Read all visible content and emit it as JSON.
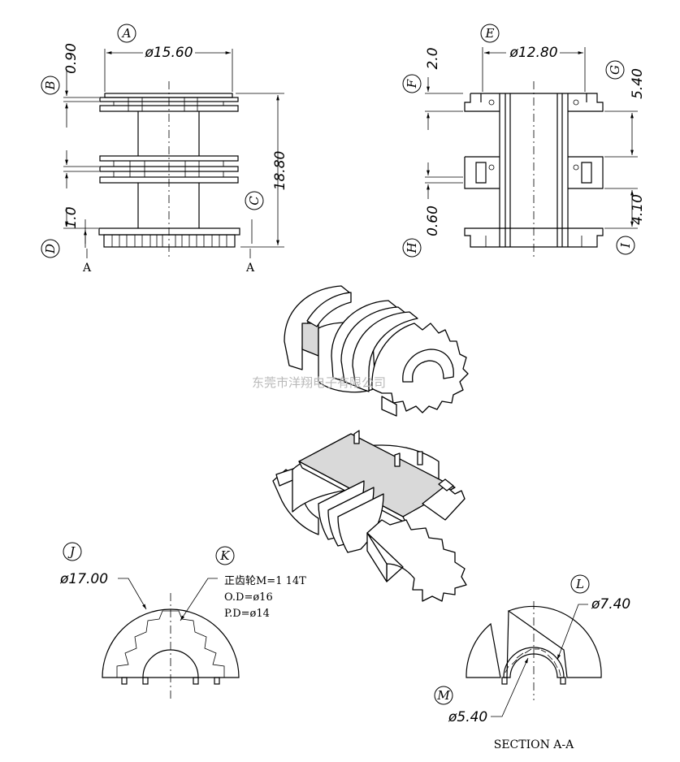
{
  "front_view": {
    "dims": {
      "top_diameter": "ø15.60",
      "flange_thk": "0.90",
      "base_thk": "1.0",
      "height": "18.80"
    },
    "balloons": [
      "A",
      "B",
      "C",
      "D"
    ],
    "section_mark_left": "A",
    "section_mark_right": "A"
  },
  "side_view": {
    "dims": {
      "diameter": "ø12.80",
      "top_gap": "2.0",
      "upper_h": "5.40",
      "pin_gap": "0.60",
      "lower_h": "4.10"
    },
    "balloons": [
      "E",
      "F",
      "G",
      "H",
      "I"
    ]
  },
  "watermark": "东莞市洋翔电子有限公司",
  "gear_view": {
    "balloons": [
      "J",
      "K"
    ],
    "od_dim": "ø17.00",
    "note_line1": "正齿轮M=1 14T",
    "note_line2": "O.D=ø16",
    "note_line3": "P.D=ø14"
  },
  "section_view": {
    "balloons": [
      "L",
      "M"
    ],
    "outer_dim": "ø7.40",
    "inner_dim": "ø5.40",
    "caption": "SECTION  A-A"
  }
}
